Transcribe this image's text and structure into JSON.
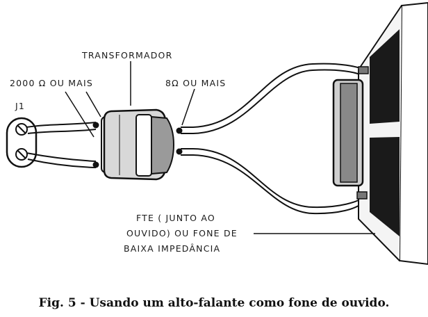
{
  "labels": {
    "transformer": "TRANSFORMADOR",
    "primary": "2000 Ω  OU MAIS",
    "jack": "J1",
    "secondary": "8Ω  OU MAIS",
    "note_line1": "FTE ( JUNTO AO",
    "note_line2": "OUVIDO) OU FONE DE",
    "note_line3": "BAIXA IMPEDÂNCIA"
  },
  "caption": "Fig. 5 - Usando um alto-falante como fone de ouvido."
}
